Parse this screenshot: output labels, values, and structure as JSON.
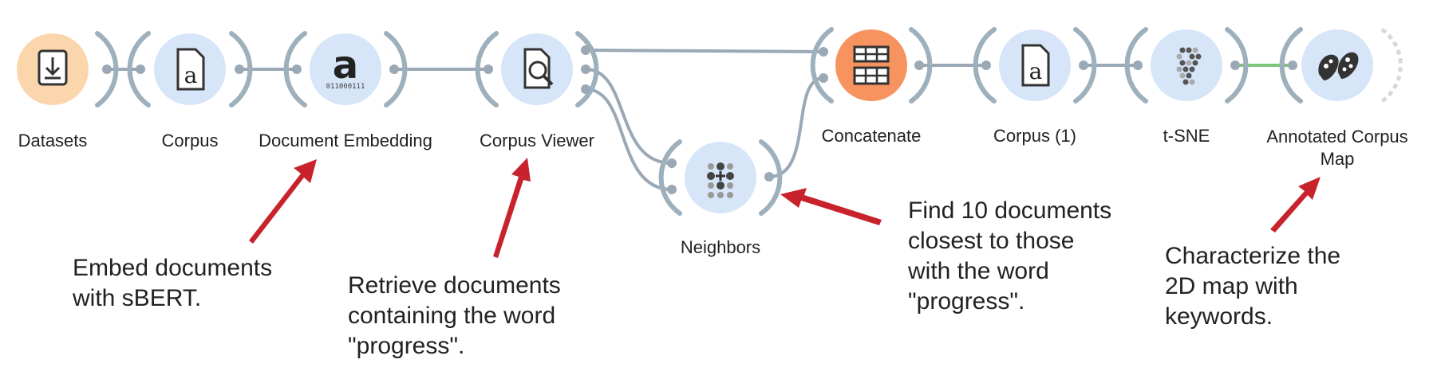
{
  "nodes": [
    {
      "key": "datasets",
      "label": "Datasets",
      "icon": "datasets-download-icon",
      "color": "#fbd6ad"
    },
    {
      "key": "corpus",
      "label": "Corpus",
      "icon": "corpus-document-icon",
      "color": "#d6e5f8"
    },
    {
      "key": "document_embedding",
      "label": "Document Embedding",
      "icon": "embedding-letter-a-icon",
      "subtext": "011000111",
      "color": "#d6e5f8"
    },
    {
      "key": "corpus_viewer",
      "label": "Corpus Viewer",
      "icon": "corpus-viewer-magnifier-icon",
      "color": "#d6e5f8"
    },
    {
      "key": "neighbors",
      "label": "Neighbors",
      "icon": "neighbors-dots-icon",
      "color": "#d6e5f8"
    },
    {
      "key": "concatenate",
      "label": "Concatenate",
      "icon": "concatenate-table-icon",
      "color": "#f7935e"
    },
    {
      "key": "corpus_1",
      "label": "Corpus (1)",
      "icon": "corpus-document-icon",
      "color": "#d6e5f8"
    },
    {
      "key": "tsne",
      "label": "t-SNE",
      "icon": "tsne-dots-icon",
      "color": "#d6e5f8"
    },
    {
      "key": "annotated_corpus_map",
      "label": "Annotated Corpus\nMap",
      "icon": "annotated-map-icon",
      "color": "#d6e5f8"
    }
  ],
  "annotations": {
    "embed": "Embed documents\nwith sBERT.",
    "retrieve": "Retrieve documents\ncontaining the word\n\"progress\".",
    "find": "Find 10 documents\nclosest to those\nwith the word\n\"progress\".",
    "characterize": "Characterize the\n2D map with\nkeywords."
  },
  "colors": {
    "link": "#9aa9b5",
    "active_link": "#7dc67a",
    "arrow": "#c8232c",
    "node_arc": "#9fb0bd"
  }
}
